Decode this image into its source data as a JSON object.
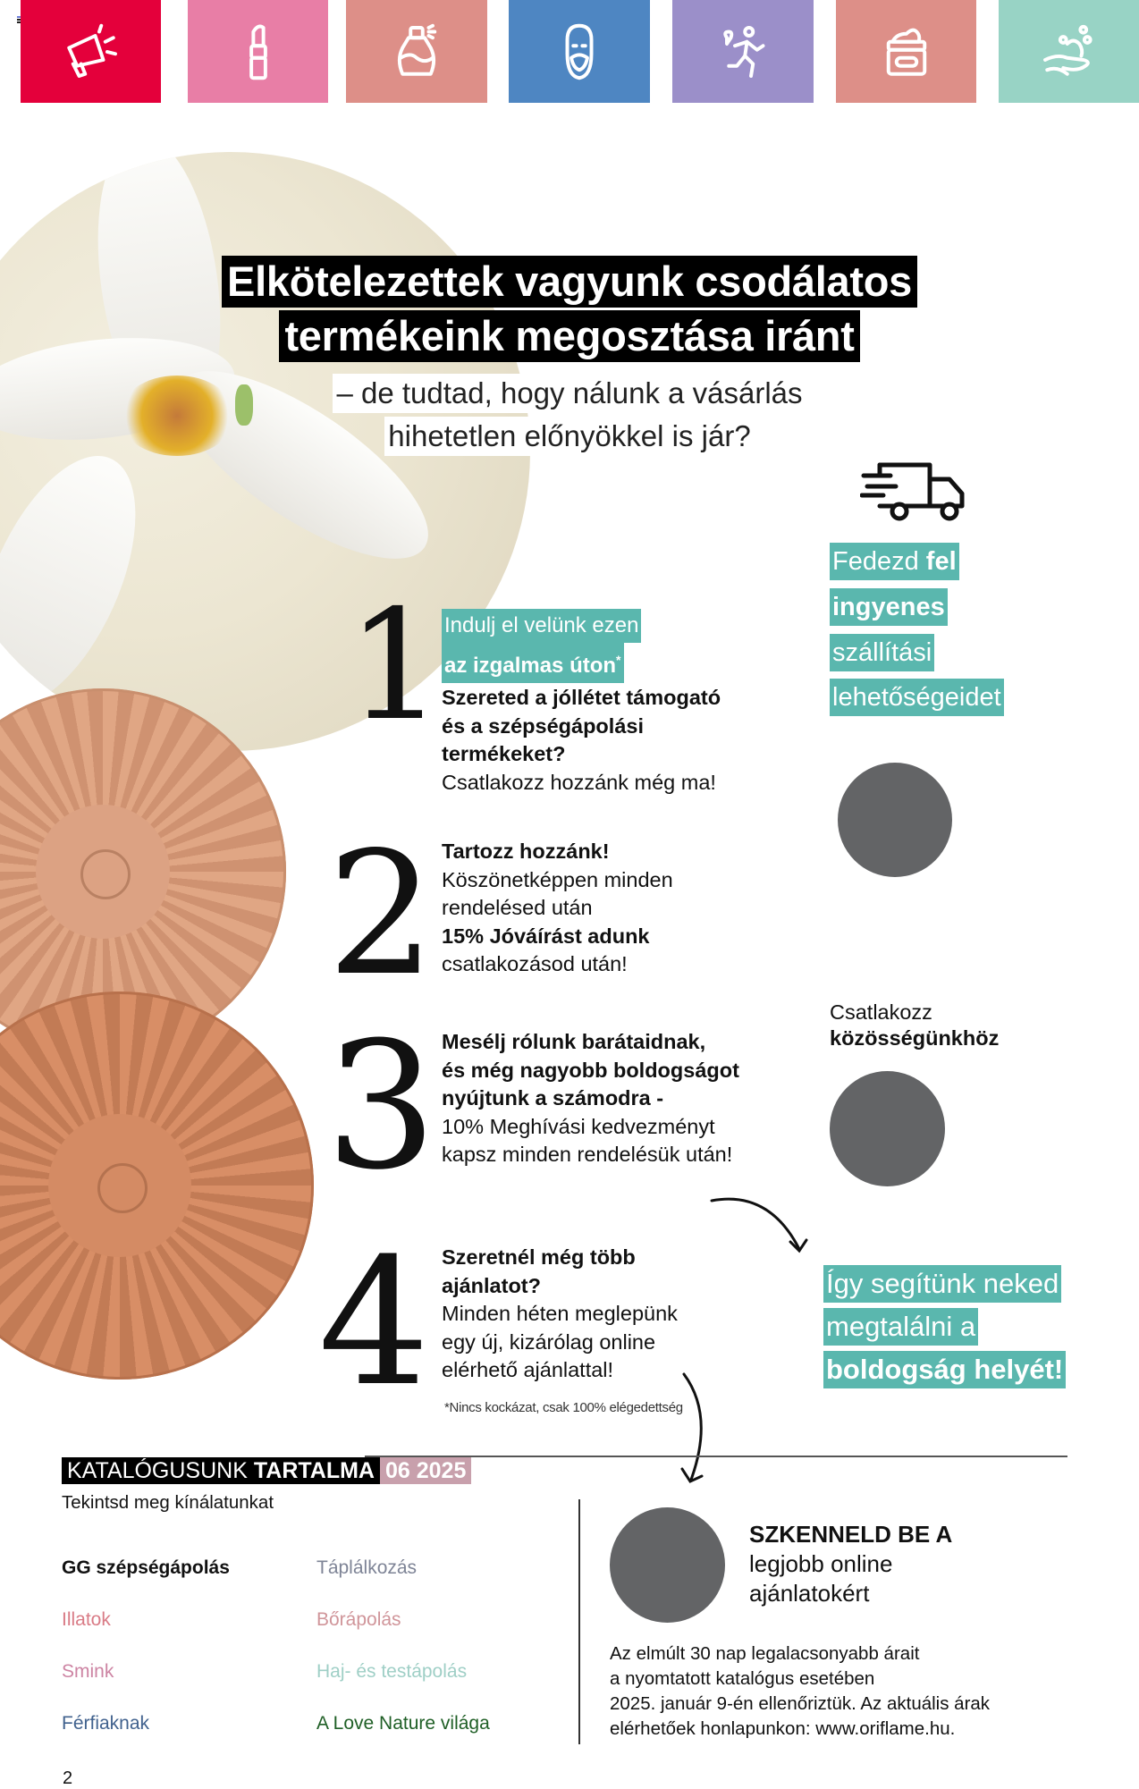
{
  "category_tiles": [
    {
      "name": "announcements",
      "icon": "megaphone-icon",
      "color": "#e4003b"
    },
    {
      "name": "makeup",
      "icon": "lipstick-icon",
      "color": "#e87ea6"
    },
    {
      "name": "fragrance",
      "icon": "perfume-icon",
      "color": "#dd8f88"
    },
    {
      "name": "men",
      "icon": "man-face-icon",
      "color": "#4e86c2"
    },
    {
      "name": "wellness",
      "icon": "running-person-icon",
      "color": "#9b8fc9"
    },
    {
      "name": "skincare",
      "icon": "cream-jar-icon",
      "color": "#dd8f88"
    },
    {
      "name": "bath-body",
      "icon": "hand-soap-icon",
      "color": "#98d3c5"
    }
  ],
  "headline": {
    "line1": "Elkötelezettek vagyunk csodálatos",
    "line2": "termékeink megosztása iránt",
    "sub1": "– de tudtad, hogy nálunk a vásárlás",
    "sub2": "hihetetlen előnyökkel is jár?"
  },
  "steps": [
    {
      "number": "1",
      "highlight1": "Indulj el velünk ezen",
      "highlight2": "az izgalmas úton",
      "highlight2_mark": "*",
      "bold_lines": [
        "Szereted a jóllétet támogató",
        "és a szépségápolási",
        "termékeket?"
      ],
      "regular_lines": [
        "Csatlakozz hozzánk még ma!"
      ]
    },
    {
      "number": "2",
      "title": "Tartozz hozzánk!",
      "line1": "Köszönetképpen minden",
      "line2": "rendelésed után",
      "bold": "15% Jóváírást adunk",
      "line3": "csatlakozásod után!"
    },
    {
      "number": "3",
      "bold_lines": [
        "Mesélj rólunk barátaidnak,",
        "és még nagyobb boldogságot",
        "nyújtunk a számodra -"
      ],
      "regular_lines": [
        "10% Meghívási kedvezményt",
        "kapsz minden rendelésük után!"
      ]
    },
    {
      "number": "4",
      "bold_lines": [
        "Szeretnél még több",
        "ajánlatot?"
      ],
      "regular_lines": [
        "Minden héten meglepünk",
        "egy új, kizárólag online",
        "elérhető ajánlattal!"
      ]
    }
  ],
  "footnote": "*Nincs kockázat, csak 100% elégedettség",
  "shipping": {
    "icon": "delivery-truck-icon",
    "line1_regular": "Fedezd ",
    "line1_bold": "fel",
    "line2": "ingyenes",
    "line3": "szállítási",
    "line4": "lehetőségeidet"
  },
  "community": {
    "line1": "Csatlakozz",
    "line2": "közösségünkhöz"
  },
  "happiness": {
    "line1": "Így segítünk neked",
    "line2": "megtalálni a",
    "line3": "boldogság helyét!"
  },
  "catalog": {
    "title_regular": "KATALÓGUSUNK ",
    "title_bold": "TARTALMA",
    "issue": "06 2025",
    "subtitle": "Tekintsd meg kínálatunkat",
    "categories": [
      {
        "label": "GG szépségápolás",
        "color": "#111111"
      },
      {
        "label": "Táplálkozás",
        "color": "#7e8496"
      },
      {
        "label": "Illatok",
        "color": "#d97b86"
      },
      {
        "label": "Bőrápolás",
        "color": "#d0959a"
      },
      {
        "label": "Smink",
        "color": "#cd84a3"
      },
      {
        "label": "Haj- és testápolás",
        "color": "#9fcfc6"
      },
      {
        "label": "Férfiaknak",
        "color": "#41628e"
      },
      {
        "label": "A Love Nature világa",
        "color": "#1f5f26"
      }
    ]
  },
  "scan": {
    "title": "SZKENNELD BE A",
    "line1": "legjobb online",
    "line2": "ajánlatokért"
  },
  "disclaimer": [
    "Az elmúlt 30 nap legalacsonyabb árait",
    "a nyomtatott katalógus esetében",
    "2025. január 9-én ellenőriztük. Az aktuális árak",
    "elérhetőek honlapunkon: www.oriflame.hu."
  ],
  "page_number": "2"
}
